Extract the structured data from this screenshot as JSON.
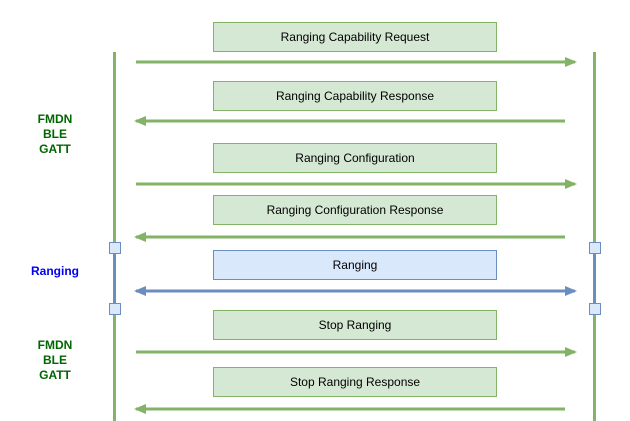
{
  "side_labels": {
    "gatt_top": [
      "FMDN",
      "BLE",
      "GATT"
    ],
    "ranging": "Ranging",
    "gatt_bottom": [
      "FMDN",
      "BLE",
      "GATT"
    ]
  },
  "messages": [
    {
      "label": "Ranging Capability Request",
      "direction": "right",
      "channel": "gatt"
    },
    {
      "label": "Ranging Capability Response",
      "direction": "left",
      "channel": "gatt"
    },
    {
      "label": "Ranging Configuration",
      "direction": "right",
      "channel": "gatt"
    },
    {
      "label": "Ranging Configuration Response",
      "direction": "left",
      "channel": "gatt"
    },
    {
      "label": "Ranging",
      "direction": "both",
      "channel": "ranging"
    },
    {
      "label": "Stop Ranging",
      "direction": "right",
      "channel": "gatt"
    },
    {
      "label": "Stop Ranging Response",
      "direction": "left",
      "channel": "gatt"
    }
  ],
  "colors": {
    "green_stroke": "#82b366",
    "green_fill": "#d5e8d4",
    "green_text": "#006600",
    "blue_stroke": "#6c8ebf",
    "blue_fill": "#dae8fc",
    "blue_text": "#0000ee",
    "message_text": "#000000"
  }
}
